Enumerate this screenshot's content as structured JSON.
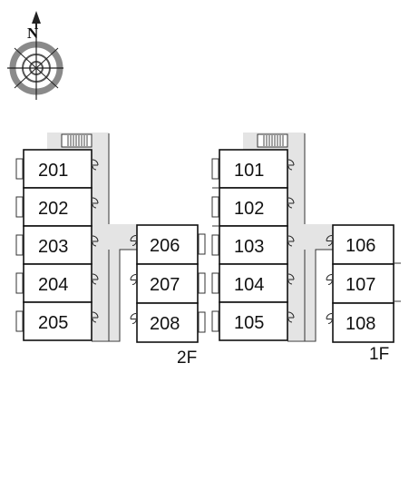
{
  "compass": {
    "north_label": "N"
  },
  "floors": [
    {
      "label": "2F",
      "left_units": [
        "201",
        "202",
        "203",
        "204",
        "205"
      ],
      "right_units": [
        "206",
        "207",
        "208"
      ]
    },
    {
      "label": "1F",
      "left_units": [
        "101",
        "102",
        "103",
        "104",
        "105"
      ],
      "right_units": [
        "106",
        "107",
        "108"
      ]
    }
  ]
}
